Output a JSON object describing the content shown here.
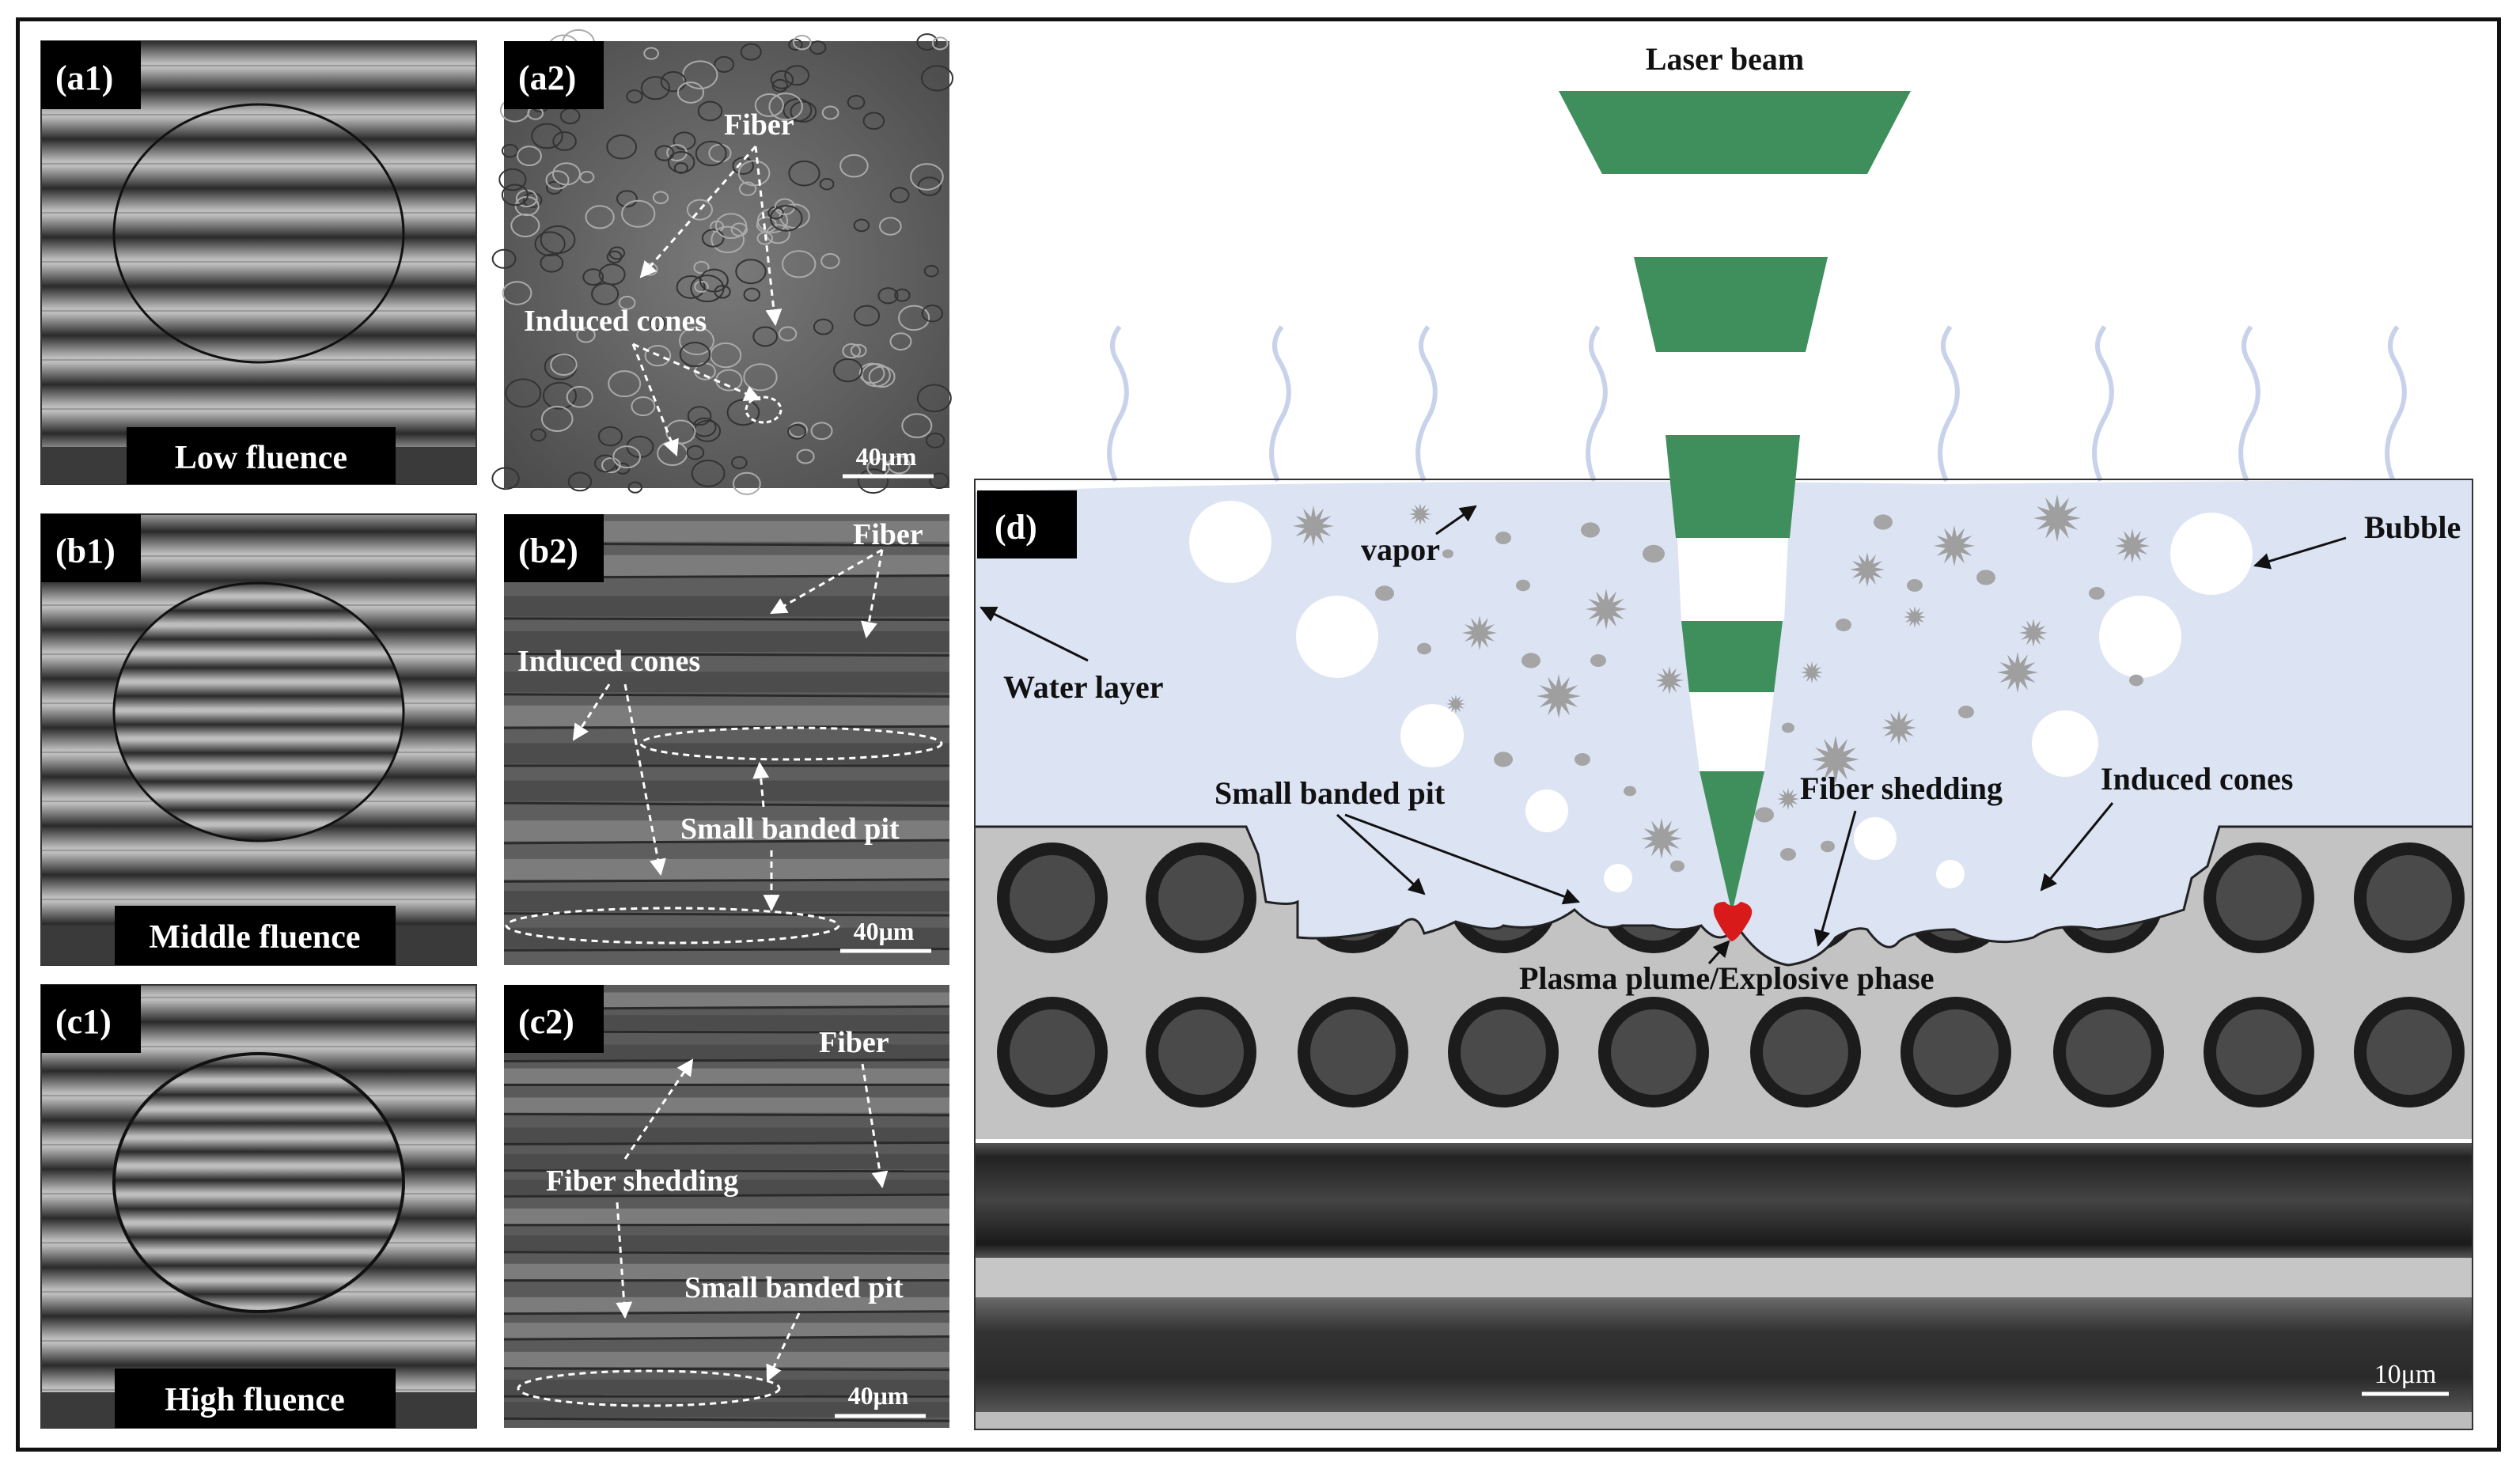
{
  "panels": {
    "a1": {
      "tag": "(a1)",
      "caption": "Low fluence"
    },
    "b1": {
      "tag": "(b1)",
      "caption": "Middle fluence"
    },
    "c1": {
      "tag": "(c1)",
      "caption": "High fluence"
    },
    "a2": {
      "tag": "(a2)",
      "fiber": "Fiber",
      "cones": "Induced cones",
      "scale": "40μm"
    },
    "b2": {
      "tag": "(b2)",
      "fiber": "Fiber",
      "cones": "Induced cones",
      "pit": "Small banded pit",
      "scale": "40μm"
    },
    "c2": {
      "tag": "(c2)",
      "fiber": "Fiber",
      "shedding": "Fiber shedding",
      "pit": "Small banded pit",
      "scale": "40μm"
    }
  },
  "diagram": {
    "tag": "(d)",
    "laser": "Laser beam",
    "vapor": "vapor",
    "bubble": "Bubble",
    "water": "Water  layer",
    "pit": "Small banded pit",
    "shedding": "Fiber shedding",
    "cones": "Induced cones",
    "plasma": "Plasma plume/Explosive phase",
    "scale": "10μm"
  },
  "colors": {
    "beam": "#3f8f5c",
    "water": "#dce3f3",
    "plasma": "#d81a1a",
    "composite": "#c2c2c2"
  }
}
